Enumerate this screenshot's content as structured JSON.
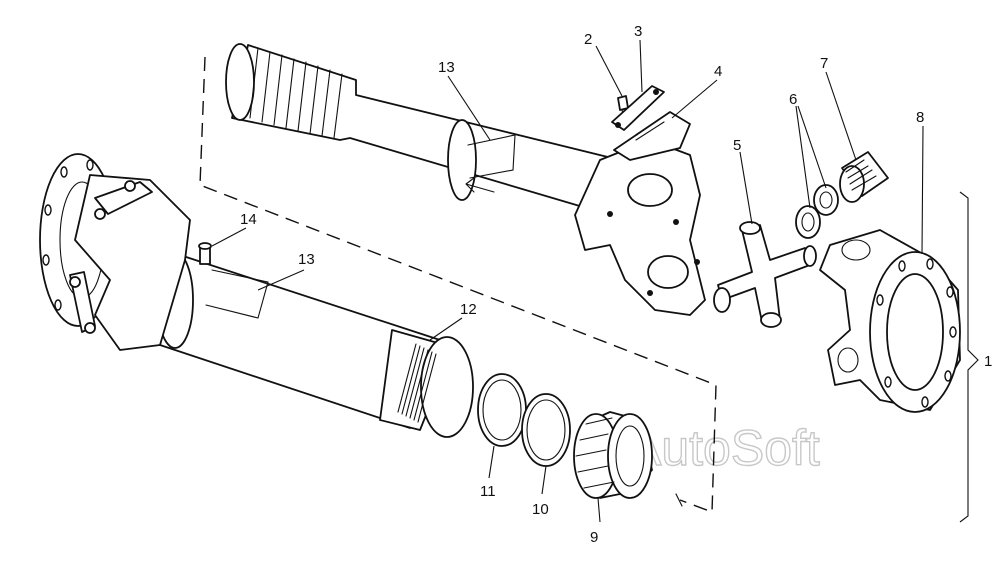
{
  "diagram": {
    "watermark": "AutoSoft",
    "callouts": [
      {
        "id": "c1",
        "label": "1"
      },
      {
        "id": "c2",
        "label": "2"
      },
      {
        "id": "c3",
        "label": "3"
      },
      {
        "id": "c4",
        "label": "4"
      },
      {
        "id": "c5",
        "label": "5"
      },
      {
        "id": "c6",
        "label": "6"
      },
      {
        "id": "c7",
        "label": "7"
      },
      {
        "id": "c8",
        "label": "8"
      },
      {
        "id": "c9",
        "label": "9"
      },
      {
        "id": "c10",
        "label": "10"
      },
      {
        "id": "c11",
        "label": "11"
      },
      {
        "id": "c12",
        "label": "12"
      },
      {
        "id": "c13a",
        "label": "13"
      },
      {
        "id": "c13b",
        "label": "13"
      },
      {
        "id": "c14",
        "label": "14"
      }
    ]
  }
}
